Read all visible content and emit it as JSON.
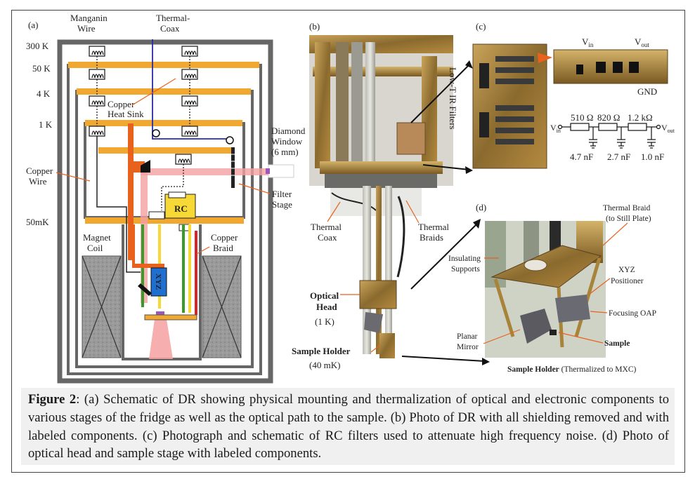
{
  "panel_labels": {
    "a": "(a)",
    "b": "(b)",
    "c": "(c)",
    "d": "(d)"
  },
  "schematic": {
    "temps": [
      "300 K",
      "50 K",
      "4 K",
      "1 K",
      "50mK"
    ],
    "manganin_wire": [
      "Manganin",
      "Wire"
    ],
    "thermal_coax": [
      "Thermal-",
      "Coax"
    ],
    "copper_heat_sink": [
      "Copper",
      "Heat Sink"
    ],
    "copper_wire": [
      "Copper",
      "Wire"
    ],
    "diamond_window": [
      "Diamond",
      "Window",
      "(6 mm)"
    ],
    "filter_stage": [
      "Filter",
      "Stage"
    ],
    "rc": "RC",
    "xyz": "XYZ",
    "magnet_coil": [
      "Magnet",
      "Coil"
    ],
    "copper_braid": [
      "Copper",
      "Braid"
    ]
  },
  "photo_b": {
    "low_t_ir_filters": "Low-T IR Filters",
    "thermal_coax": [
      "Thermal",
      "Coax"
    ],
    "thermal_braids": [
      "Thermal",
      "Braids"
    ],
    "optical_head": [
      "Optical",
      "Head",
      "(1 K)"
    ],
    "sample_holder": [
      "Sample Holder",
      "(40 mK)"
    ]
  },
  "panel_c": {
    "vin_top": "V",
    "vin_sub": "in",
    "vout_top": "V",
    "vout_sub": "out",
    "gnd": "GND",
    "resistors": [
      "510 Ω",
      "820 Ω",
      "1.2 kΩ"
    ],
    "capacitors": [
      "4.7 nF",
      "2.7 nF",
      "1.0 nF"
    ]
  },
  "panel_d": {
    "thermal_braid": [
      "Thermal Braid",
      "(to Still Plate)"
    ],
    "insulating_supports": [
      "Insulating",
      "Supports"
    ],
    "xyz_positioner": [
      "XYZ",
      "Positioner"
    ],
    "focusing_oap": "Focusing OAP",
    "sample": "Sample",
    "planar_mirror": [
      "Planar",
      "Mirror"
    ],
    "sample_holder_bold": "Sample Holder",
    "sample_holder_rest": " (Thermalized to MXC)"
  },
  "caption": {
    "label": "Figure 2",
    "text": ": (a) Schematic of DR showing physical mounting and thermalization of optical and electronic components to various stages of the fridge as well as the optical path to the sample. (b) Photo of DR with all shielding removed and with labeled components. (c) Photograph and schematic of RC filters used to attenuate high frequency noise. (d) Photo of optical head and sample stage with labeled components."
  },
  "colors": {
    "plate": "#f0a830",
    "shield": "#666666",
    "beam": "#f4a0a0",
    "copper": "#e8621e",
    "coax": "#2a2aa8",
    "rc_yellow": "#f6d836",
    "xyz_blue": "#1f6fd0",
    "green": "#3a9a2a",
    "red": "#d8242a"
  }
}
